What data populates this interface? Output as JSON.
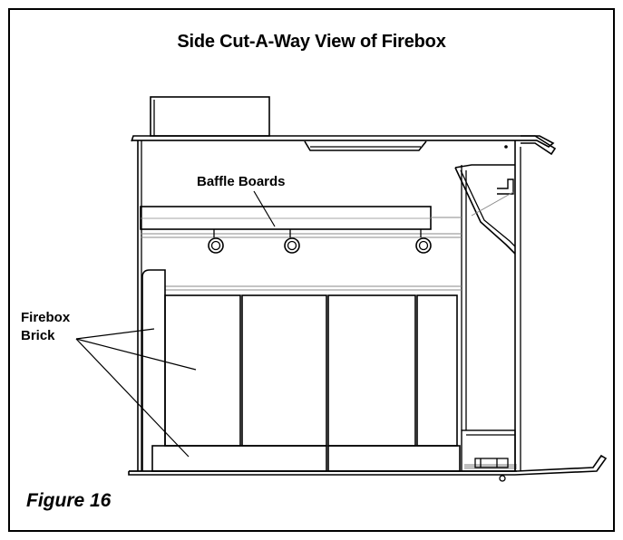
{
  "title": "Side Cut-A-Way View of Firebox",
  "labels": {
    "baffle_boards": "Baffle Boards",
    "firebox_line1": "Firebox",
    "firebox_line2": "Brick"
  },
  "figure_label": "Figure 16",
  "colors": {
    "line": "#000000",
    "light_line": "#888888",
    "background": "#ffffff"
  }
}
